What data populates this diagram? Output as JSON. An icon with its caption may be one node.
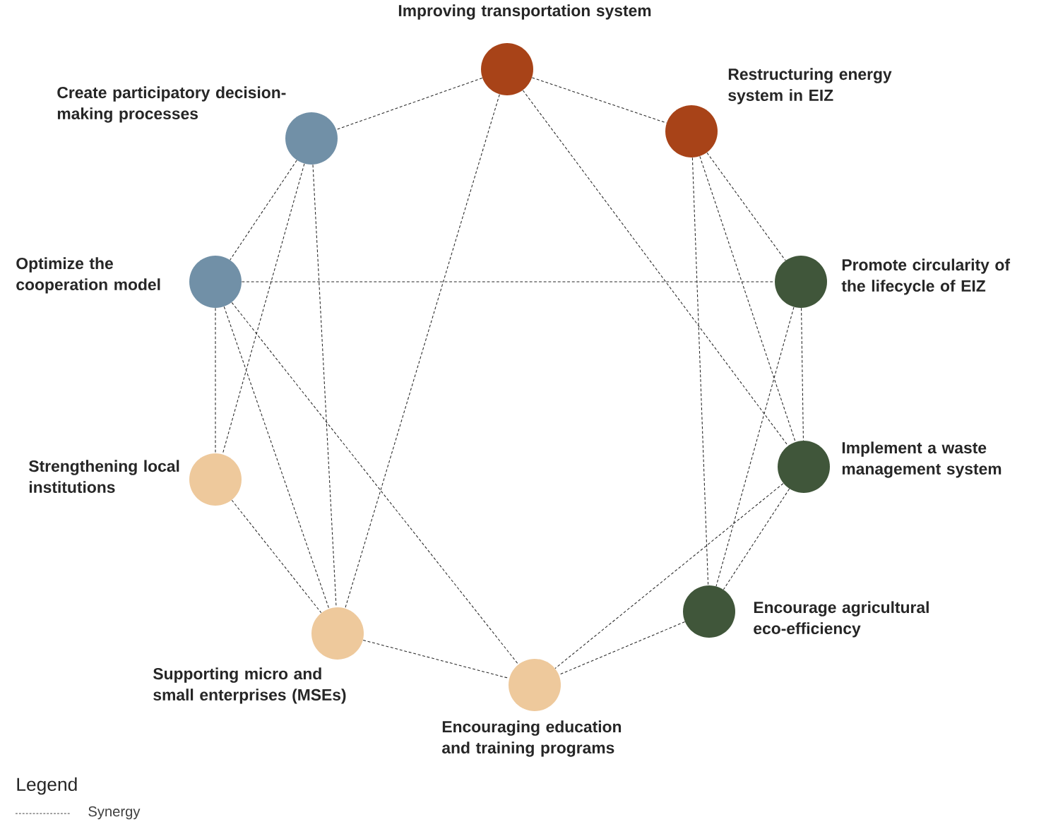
{
  "diagram": {
    "nodes": [
      {
        "text": [
          "Improving transportation system"
        ]
      },
      {
        "text": [
          "Restructuring energy system in EIZ"
        ]
      },
      {
        "text": [
          "Create participatory decision-making processes"
        ]
      },
      {
        "text": [
          "Optimize the cooperation model"
        ]
      },
      {
        "text": [
          "Promote circularity of the lifecycle of EIZ"
        ]
      },
      {
        "text": [
          "Implement a waste management system"
        ]
      },
      {
        "text": [
          "Strengthening local institutions"
        ]
      },
      {
        "text": [
          "Encourage agricultural eco-efficiency"
        ]
      },
      {
        "text": [
          "Supporting micro and small enterprises (MSEs)"
        ]
      },
      {
        "text": [
          "Encouraging education and training programs"
        ]
      }
    ],
    "edges": [
      {
        "from": 0,
        "to": 2,
        "arrow": "none"
      },
      {
        "from": 0,
        "to": 1,
        "arrow": "none"
      },
      {
        "from": 0,
        "to": 8,
        "arrow": "none"
      },
      {
        "from": 0,
        "to": 5,
        "arrow": "none"
      },
      {
        "from": 2,
        "to": 3,
        "arrow": "none"
      },
      {
        "from": 2,
        "to": 6,
        "arrow": "none"
      },
      {
        "from": 2,
        "to": 8,
        "arrow": "none"
      },
      {
        "from": 1,
        "to": 4,
        "arrow": "none"
      },
      {
        "from": 1,
        "to": 5,
        "arrow": "none"
      },
      {
        "from": 1,
        "to": 7,
        "arrow": "none"
      },
      {
        "from": 3,
        "to": 4,
        "arrow": "none"
      },
      {
        "from": 3,
        "to": 6,
        "arrow": "none"
      },
      {
        "from": 3,
        "to": 8,
        "arrow": "none"
      },
      {
        "from": 3,
        "to": 9,
        "arrow": "none"
      },
      {
        "from": 4,
        "to": 5,
        "arrow": "none"
      },
      {
        "from": 4,
        "to": 7,
        "arrow": "none"
      },
      {
        "from": 5,
        "to": 7,
        "arrow": "none"
      },
      {
        "from": 5,
        "to": 9,
        "arrow": "none"
      },
      {
        "from": 6,
        "to": 8,
        "arrow": "none"
      },
      {
        "from": 8,
        "to": 9,
        "arrow": "none"
      },
      {
        "from": 7,
        "to": 9,
        "arrow": "none"
      }
    ],
    "labels": [
      "Legend"
    ],
    "legend": [
      {
        "text": "Synergy"
      }
    ]
  }
}
